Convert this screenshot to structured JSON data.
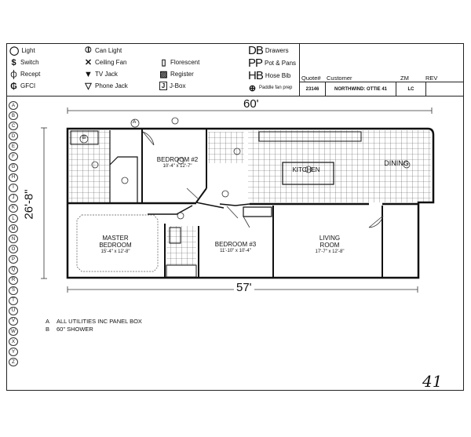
{
  "legend": [
    {
      "icon": "light-icon",
      "symbol": "◯",
      "label": "Light"
    },
    {
      "icon": "switch-icon",
      "symbol": "$",
      "label": "Switch"
    },
    {
      "icon": "receptacle-icon",
      "symbol": "⏀",
      "label": "Recept"
    },
    {
      "icon": "gfci-icon",
      "symbol": "₲",
      "label": "GFCI"
    },
    {
      "icon": "can-light-icon",
      "symbol": "⦶",
      "label": "Can Light"
    },
    {
      "icon": "ceiling-fan-icon",
      "symbol": "✕",
      "label": "Ceiling Fan"
    },
    {
      "icon": "tv-jack-icon",
      "symbol": "▼",
      "label": "TV Jack"
    },
    {
      "icon": "phone-jack-icon",
      "symbol": "▽",
      "label": "Phone Jack"
    },
    {
      "icon": "florescent-icon",
      "symbol": "▯",
      "label": "Florescent"
    },
    {
      "icon": "register-icon",
      "symbol": "▨",
      "label": "Register"
    },
    {
      "icon": "j-box-icon",
      "symbol": "J",
      "label": "J-Box"
    },
    {
      "icon": "drawers-icon",
      "symbol": "DB",
      "label": "Drawers"
    },
    {
      "icon": "pot-pans-icon",
      "symbol": "PP",
      "label": "Pot & Pans"
    },
    {
      "icon": "hose-bib-icon",
      "symbol": "HB",
      "label": "Hose Bib"
    },
    {
      "icon": "paddle-fan-icon",
      "symbol": "⊕",
      "label": "Paddle fan prep"
    }
  ],
  "quote": {
    "headers": {
      "quote": "Quote#",
      "customer": "Customer",
      "zm": "ZM",
      "rev": "REV"
    },
    "values": {
      "quote": "23146",
      "customer": "NORTHWIND: OTTIE 41",
      "zm": "LC",
      "rev": ""
    }
  },
  "row_letters": [
    "A",
    "B",
    "C",
    "D",
    "E",
    "F",
    "G",
    "H",
    "I",
    "J",
    "K",
    "L",
    "M",
    "N",
    "O",
    "P",
    "Q",
    "R",
    "S",
    "T",
    "U",
    "V",
    "W",
    "X",
    "Y",
    "Z"
  ],
  "plan": {
    "overall_width": "60'",
    "floor_width": "57'",
    "depth": "26'-8\"",
    "rooms": [
      {
        "name": "BEDROOM #2",
        "size": "10'-4\" x 12'-7\""
      },
      {
        "name": "KITCHEN",
        "size": ""
      },
      {
        "name": "DINING",
        "size": ""
      },
      {
        "name": "MASTER\nBEDROOM",
        "size": "15'-4\" x 12'-8\""
      },
      {
        "name": "BEDROOM #3",
        "size": "11'-10\" x 10'-4\""
      },
      {
        "name": "LIVING\nROOM",
        "size": "17'-7\" x 12'-8\""
      }
    ],
    "markers": [
      "A",
      "B"
    ]
  },
  "notes": [
    {
      "key": "A",
      "text": "ALL UTILITIES INC PANEL BOX"
    },
    {
      "key": "B",
      "text": "60\" SHOWER"
    }
  ],
  "page_number": "41"
}
